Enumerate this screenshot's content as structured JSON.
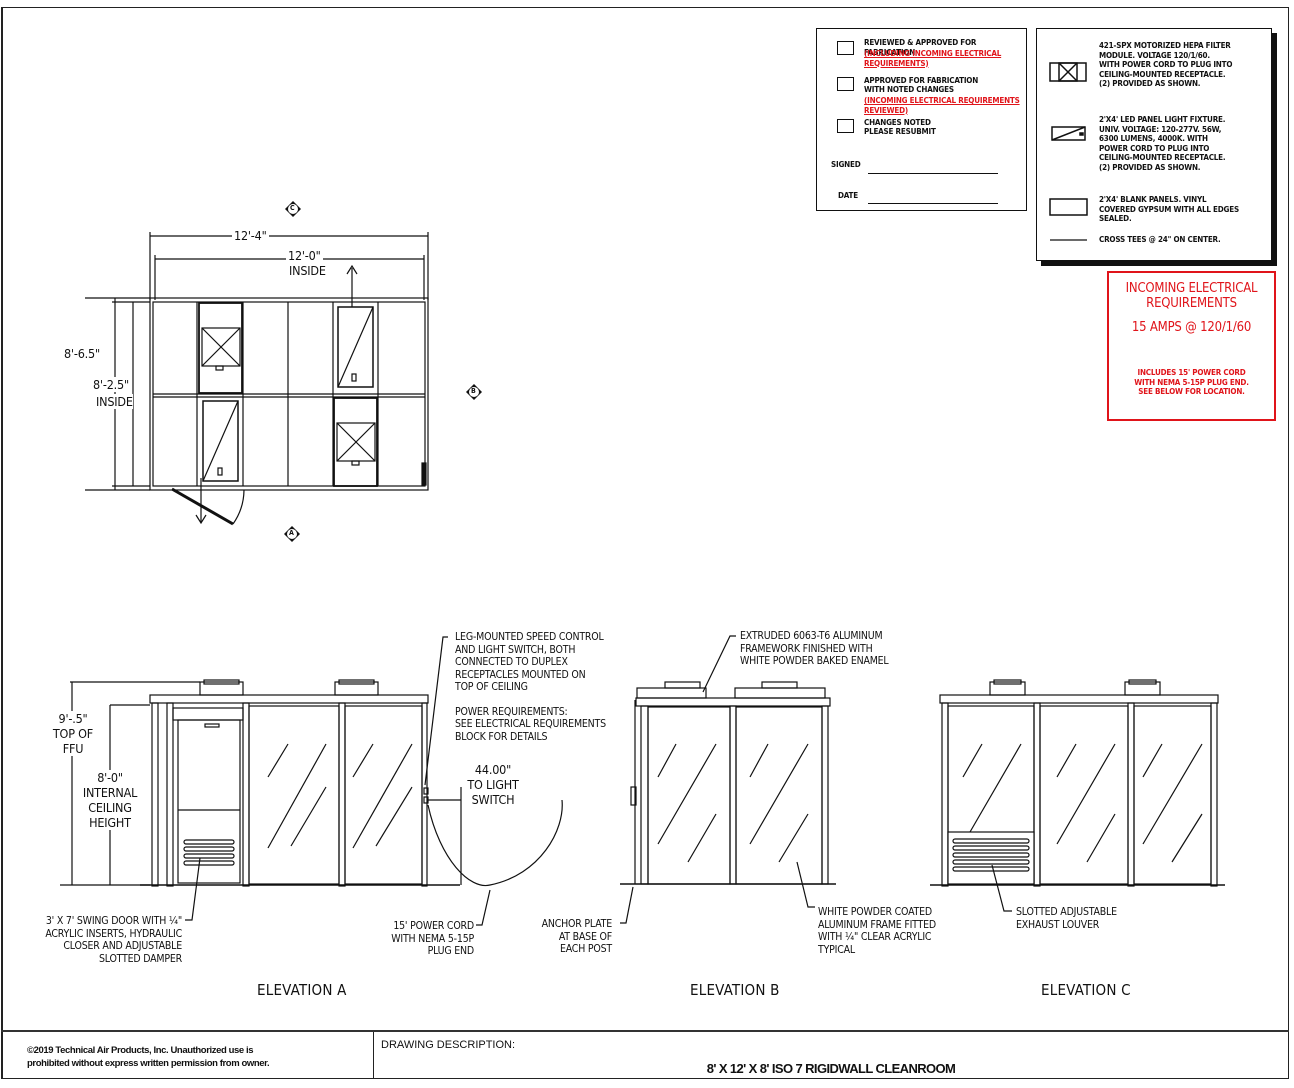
{
  "approval_block": {
    "items": [
      {
        "label": "REVIEWED & APPROVED FOR FABRICATION",
        "note": "(INCLUDING INCOMING ELECTRICAL REQUIREMENTS)",
        "checked": false
      },
      {
        "label_line1": "APPROVED FOR FABRICATION",
        "label_line2": "WITH NOTED CHANGES",
        "note": "(INCOMING ELECTRICAL REQUIREMENTS REVIEWED)",
        "checked": false
      },
      {
        "label_line1": "CHANGES NOTED",
        "label_line2": "PLEASE RESUBMIT",
        "checked": false
      }
    ],
    "signed_label": "SIGNED",
    "signed_value": "",
    "date_label": "DATE",
    "date_value": ""
  },
  "legend": {
    "items": [
      {
        "symbol": "hepa-filter-symbol",
        "lines": [
          "421-SPX MOTORIZED HEPA FILTER",
          "MODULE. VOLTAGE 120/1/60.",
          "WITH POWER CORD TO PLUG INTO",
          "CEILING-MOUNTED RECEPTACLE.",
          "(2) PROVIDED AS SHOWN."
        ]
      },
      {
        "symbol": "led-light-symbol",
        "lines": [
          "2'X4' LED PANEL LIGHT FIXTURE.",
          "UNIV. VOLTAGE: 120-277V.  56W,",
          "6300 LUMENS, 4000K. WITH",
          "POWER CORD TO PLUG INTO",
          "CEILING-MOUNTED RECEPTACLE.",
          "(2) PROVIDED AS SHOWN."
        ]
      },
      {
        "symbol": "blank-panel-symbol",
        "lines": [
          "2'X4' BLANK PANELS. VINYL",
          "COVERED GYPSUM WITH ALL EDGES",
          "SEALED."
        ]
      },
      {
        "symbol": "cross-tee-line",
        "lines": [
          "CROSS TEES @ 24\" ON CENTER."
        ]
      }
    ]
  },
  "electrical": {
    "title_line1": "INCOMING ELECTRICAL",
    "title_line2": "REQUIREMENTS",
    "rating": "15 AMPS @ 120/1/60",
    "note_line1": "INCLUDES 15' POWER CORD",
    "note_line2": "WITH NEMA 5-15P PLUG END.",
    "note_line3": "SEE BELOW FOR LOCATION.",
    "color": "#e0141a"
  },
  "plan": {
    "markers": {
      "top": "C",
      "right": "B",
      "bottom": "A"
    },
    "dim_overall_width": "12'-4\"",
    "dim_inside_width": "12'-0\"",
    "dim_inside_width_label": "INSIDE",
    "dim_overall_depth": "8'-6.5\"",
    "dim_inside_depth": "8'-2.5\"",
    "dim_inside_depth_label": "INSIDE"
  },
  "elevation_a": {
    "title": "ELEVATION A",
    "dim_top_ffu_line1": "9'-.5\"",
    "dim_top_ffu_line2": "TOP OF",
    "dim_top_ffu_line3": "FFU",
    "dim_ceiling_line1": "8'-0\"",
    "dim_ceiling_line2": "INTERNAL",
    "dim_ceiling_line3": "CEILING",
    "dim_ceiling_line4": "HEIGHT",
    "door_note": [
      "3' x 7' SWING DOOR WITH ¼\"",
      "ACRYLIC INSERTS, HYDRAULIC",
      "CLOSER AND ADJUSTABLE",
      "SLOTTED DAMPER"
    ],
    "speed_control_note": [
      "LEG-MOUNTED SPEED CONTROL",
      "AND LIGHT SWITCH, BOTH",
      "CONNECTED TO DUPLEX",
      "RECEPTACLES MOUNTED ON",
      "TOP OF CEILING"
    ],
    "power_note": [
      "POWER REQUIREMENTS:",
      "SEE ELECTRICAL REQUIREMENTS",
      "BLOCK FOR DETAILS"
    ],
    "switch_height_value": "44.00\"",
    "switch_height_line2": "TO LIGHT",
    "switch_height_line3": "SWITCH",
    "cord_note": [
      "15' POWER CORD",
      "WITH NEMA 5-15P",
      "PLUG END"
    ]
  },
  "elevation_b": {
    "title": "ELEVATION B",
    "frame_note": [
      "EXTRUDED 6063-T6 ALUMINUM",
      "FRAMEWORK FINISHED WITH",
      "WHITE POWDER BAKED ENAMEL"
    ],
    "anchor_note": [
      "ANCHOR PLATE",
      "AT BASE OF",
      "EACH POST"
    ],
    "acrylic_note": [
      "WHITE POWDER COATED",
      "ALUMINUM FRAME FITTED",
      "WITH ¼\" CLEAR ACRYLIC",
      "TYPICAL"
    ]
  },
  "elevation_c": {
    "title": "ELEVATION C",
    "louver_note": [
      "SLOTTED ADJUSTABLE",
      "EXHAUST LOUVER"
    ]
  },
  "title_block": {
    "copyright_line1": "©2019 Technical Air Products, Inc.  Unauthorized use is",
    "copyright_line2": "prohibited without express written permission from owner.",
    "description_label": "DRAWING DESCRIPTION:",
    "description": "8' X 12' X 8' ISO 7 RIGIDWALL CLEANROOM"
  }
}
